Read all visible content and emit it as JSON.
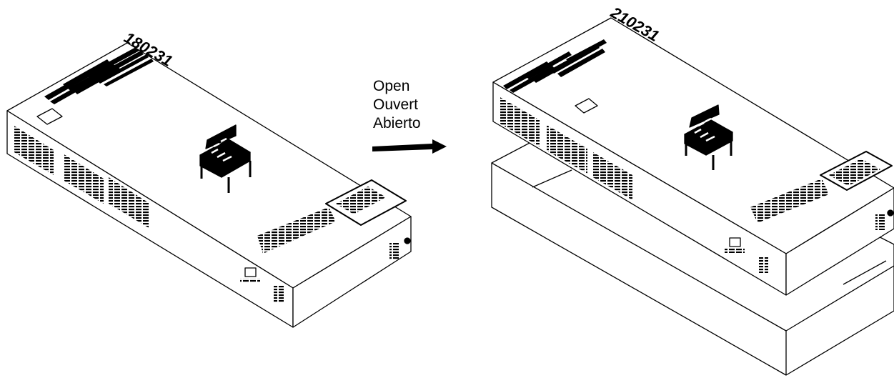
{
  "instruction": {
    "line1": "Open",
    "line2": "Ouvert",
    "line3": "Abierto"
  },
  "closed_box": {
    "number": "180231"
  },
  "open_box": {
    "number": "210231"
  },
  "colors": {
    "ink": "#000000",
    "paper": "#ffffff"
  }
}
